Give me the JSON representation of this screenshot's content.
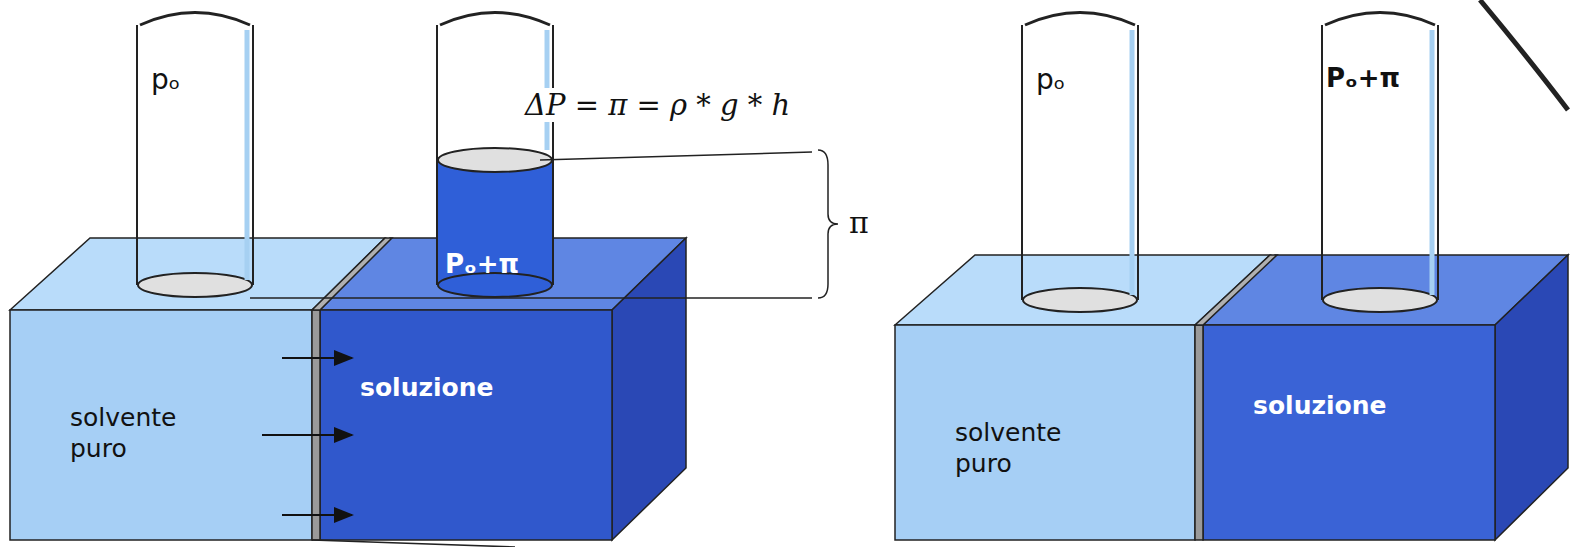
{
  "diagram": {
    "nodes": [
      {
        "text": [
          "pₒ"
        ]
      },
      {
        "text": [
          "Pₒ+π"
        ]
      },
      {
        "text": [
          "solvente puro"
        ]
      },
      {
        "text": [
          "soluzione"
        ]
      },
      {
        "text": [
          "pₒ"
        ]
      },
      {
        "text": [
          "Pₒ+π"
        ]
      },
      {
        "text": [
          "solvente puro"
        ]
      },
      {
        "text": [
          "soluzione"
        ]
      }
    ],
    "labels": [
      "ΔP = π = ρ * g * h",
      "π"
    ]
  }
}
